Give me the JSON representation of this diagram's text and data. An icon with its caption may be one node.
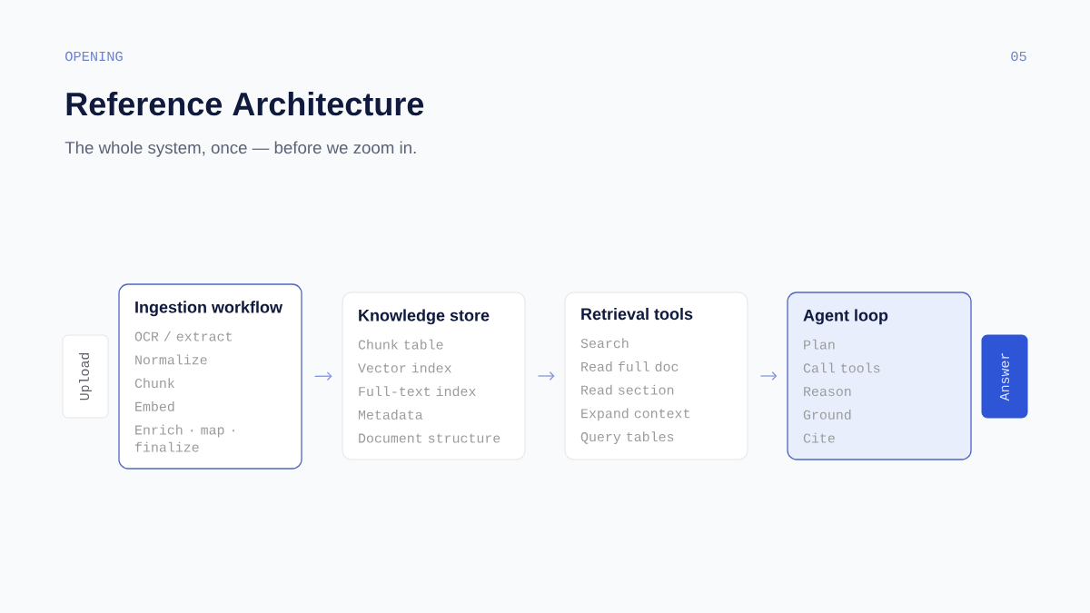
{
  "diagram": {
    "title": "Reference Architecture",
    "nodes": [
      {
        "text": [
          "Upload"
        ]
      },
      {
        "text": [
          "Ingestion workflow",
          "OCR / extract",
          "Normalize",
          "Chunk",
          "Embed",
          "Enrich · map · finalize"
        ]
      },
      {
        "text": [
          "Knowledge store",
          "Chunk table",
          "Vector index",
          "Full-text index",
          "Metadata",
          "Document structure"
        ]
      },
      {
        "text": [
          "Retrieval tools",
          "Search",
          "Read full doc",
          "Read section",
          "Expand context",
          "Query tables"
        ]
      },
      {
        "text": [
          "Agent loop",
          "Plan",
          "Call tools",
          "Reason",
          "Ground",
          "Cite"
        ]
      },
      {
        "text": [
          "Answer"
        ]
      }
    ],
    "edges": [
      {
        "from": 1,
        "to": 2,
        "arrow": "to"
      },
      {
        "from": 2,
        "to": 3,
        "arrow": "to"
      },
      {
        "from": 3,
        "to": 4,
        "arrow": "to"
      }
    ],
    "labels": [
      "OPENING",
      "05",
      "The whole system, once — before we zoom in."
    ]
  }
}
